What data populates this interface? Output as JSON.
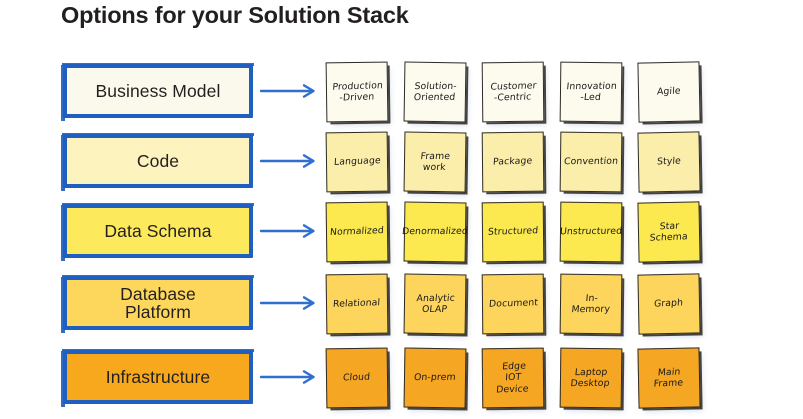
{
  "title": "Options for your Solution Stack",
  "colors": {
    "border_blue": "#1f5fc0",
    "arrow_blue": "#2f6fd0",
    "text_dark": "#231f20",
    "note_outline": "#2d2a26",
    "row1_fill": "#fbf8ec",
    "row2_fill": "#fcf3bf",
    "row3_fill": "#fce95c",
    "row4_fill": "#fdd75c",
    "row5_fill": "#f8a81c",
    "note1_fill": "#fdfaee",
    "note2_fill": "#fbeeab",
    "note3_fill": "#fce84f",
    "note4_fill": "#fdd45c",
    "note5_fill": "#f5a623"
  },
  "rows": [
    {
      "category": "Business Model",
      "box_fill": "#fbf8ec",
      "note_fill": "#fdfaee",
      "notes": [
        "Production\n-Driven",
        "Solution-\nOriented",
        "Customer\n-Centric",
        "Innovation\n-Led",
        "Agile"
      ]
    },
    {
      "category": "Code",
      "box_fill": "#fcf3bf",
      "note_fill": "#fbeeab",
      "notes": [
        "Language",
        "Frame\nwork",
        "Package",
        "Convention",
        "Style"
      ]
    },
    {
      "category": "Data Schema",
      "box_fill": "#fce95c",
      "note_fill": "#fce84f",
      "notes": [
        "Normalized",
        "Denormalized",
        "Structured",
        "Unstructured",
        "Star\nSchema"
      ]
    },
    {
      "category": "Database\nPlatform",
      "box_fill": "#fdd75c",
      "note_fill": "#fdd45c",
      "notes": [
        "Relational",
        "Analytic\nOLAP",
        "Document",
        "In-\nMemory",
        "Graph"
      ]
    },
    {
      "category": "Infrastructure",
      "box_fill": "#f8a81c",
      "note_fill": "#f5a623",
      "notes": [
        "Cloud",
        "On-prem",
        "Edge\nIOT\nDevice",
        "Laptop\nDesktop",
        "Main\nFrame"
      ]
    }
  ],
  "icons": {
    "arrow": "arrow-right-icon"
  }
}
